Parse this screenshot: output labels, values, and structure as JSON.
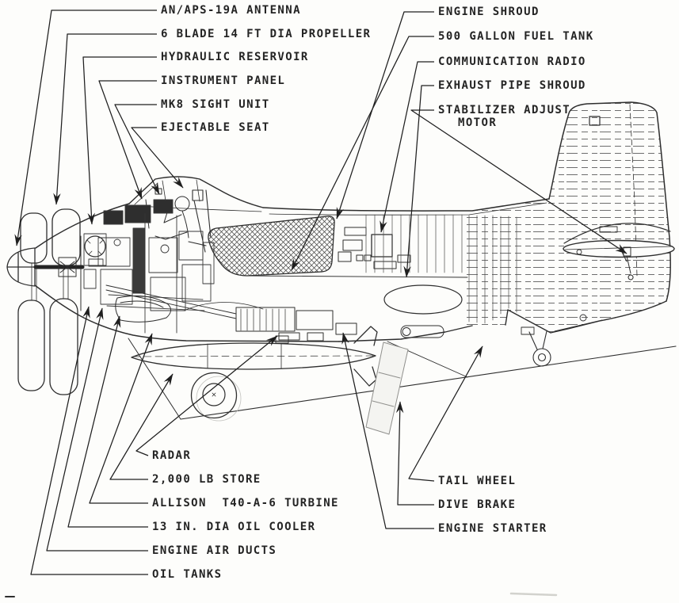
{
  "callouts": {
    "top_left": [
      {
        "label": "AN/APS-19A ANTENNA"
      },
      {
        "label": "6 BLADE 14 FT DIA PROPELLER"
      },
      {
        "label": "HYDRAULIC RESERVOIR"
      },
      {
        "label": "INSTRUMENT PANEL"
      },
      {
        "label": "MK8 SIGHT UNIT"
      },
      {
        "label": "EJECTABLE SEAT"
      }
    ],
    "top_right": [
      {
        "label": "ENGINE SHROUD"
      },
      {
        "label": "500 GALLON FUEL TANK"
      },
      {
        "label": "COMMUNICATION RADIO"
      },
      {
        "label": "EXHAUST PIPE SHROUD"
      },
      {
        "label": "STABILIZER ADJUST",
        "label_line2": "MOTOR"
      }
    ],
    "bottom_left": [
      {
        "label": "RADAR"
      },
      {
        "label": "2,000 LB STORE"
      },
      {
        "label": "ALLISON  T40-A-6 TURBINE"
      },
      {
        "label": "13 IN. DIA OIL COOLER"
      },
      {
        "label": "ENGINE AIR DUCTS"
      },
      {
        "label": "OIL TANKS"
      }
    ],
    "bottom_right": [
      {
        "label": "TAIL WHEEL"
      },
      {
        "label": "DIVE BRAKE"
      },
      {
        "label": "ENGINE STARTER"
      }
    ]
  },
  "colors": {
    "ink": "#262626",
    "background": "#fdfdfb"
  }
}
